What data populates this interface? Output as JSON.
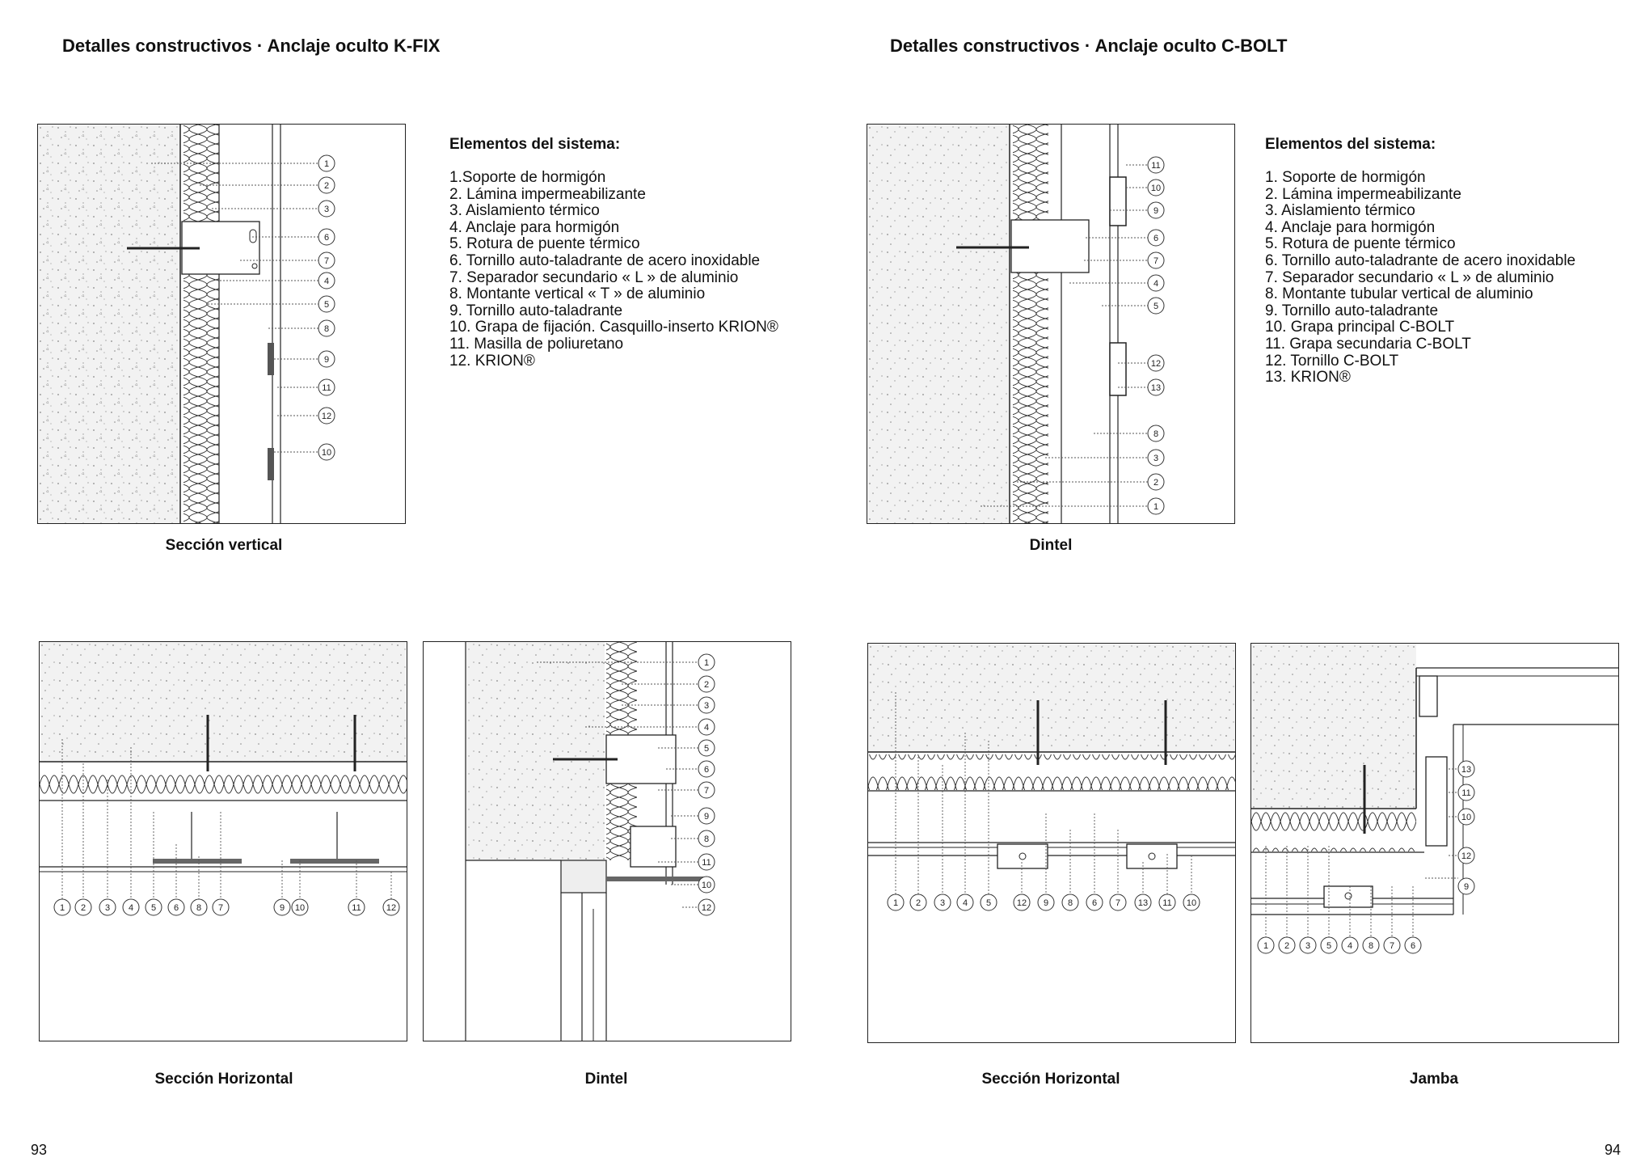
{
  "left_page": {
    "title": "Detalles constructivos · Anclaje oculto K-FIX",
    "legend": {
      "title": "Elementos del sistema:",
      "items": [
        "1.Soporte de hormigón",
        "2. Lámina impermeabilizante",
        "3. Aislamiento térmico",
        "4. Anclaje para hormigón",
        "5. Rotura de puente térmico",
        "6. Tornillo auto-taladrante de acero inoxidable",
        "7. Separador secundario « L » de aluminio",
        "8. Montante vertical « T » de aluminio",
        "9. Tornillo auto-taladrante",
        "10. Grapa de fijación. Casquillo-inserto KRION®",
        "11. Masilla de poliuretano",
        "12. KRION®"
      ]
    },
    "figures": {
      "vertical_section": {
        "caption": "Sección vertical",
        "callouts": [
          "1",
          "2",
          "3",
          "6",
          "7",
          "4",
          "5",
          "8",
          "9",
          "11",
          "12",
          "10"
        ]
      },
      "horizontal_section": {
        "caption": "Sección Horizontal",
        "callouts": [
          "1",
          "2",
          "3",
          "4",
          "5",
          "6",
          "8",
          "7",
          "9",
          "10",
          "11",
          "12"
        ]
      },
      "lintel": {
        "caption": "Dintel",
        "callouts": [
          "1",
          "2",
          "3",
          "4",
          "5",
          "6",
          "7",
          "9",
          "8",
          "11",
          "10",
          "12"
        ]
      }
    },
    "page_number": "93"
  },
  "right_page": {
    "title": "Detalles constructivos · Anclaje oculto C-BOLT",
    "legend": {
      "title": "Elementos del sistema:",
      "items": [
        "1. Soporte de hormigón",
        "2. Lámina impermeabilizante",
        "3. Aislamiento térmico",
        "4. Anclaje para hormigón",
        "5. Rotura de puente térmico",
        "6. Tornillo auto-taladrante de acero inoxidable",
        "7. Separador secundario « L » de aluminio",
        "8. Montante tubular vertical de aluminio",
        "9. Tornillo auto-taladrante",
        "10. Grapa principal C-BOLT",
        "11. Grapa secundaria C-BOLT",
        "12. Tornillo C-BOLT",
        "13. KRION®"
      ]
    },
    "figures": {
      "lintel": {
        "caption": "Dintel",
        "callouts": [
          "11",
          "10",
          "9",
          "6",
          "7",
          "4",
          "5",
          "12",
          "13",
          "8",
          "3",
          "2",
          "1"
        ]
      },
      "horizontal_section": {
        "caption": "Sección Horizontal",
        "callouts": [
          "1",
          "2",
          "3",
          "4",
          "5",
          "12",
          "9",
          "8",
          "6",
          "7",
          "13",
          "11",
          "10"
        ]
      },
      "jamb": {
        "caption": "Jamba",
        "callouts": [
          "13",
          "11",
          "10",
          "12",
          "9",
          "1",
          "2",
          "3",
          "5",
          "4",
          "8",
          "7",
          "6"
        ]
      }
    },
    "page_number": "94"
  }
}
